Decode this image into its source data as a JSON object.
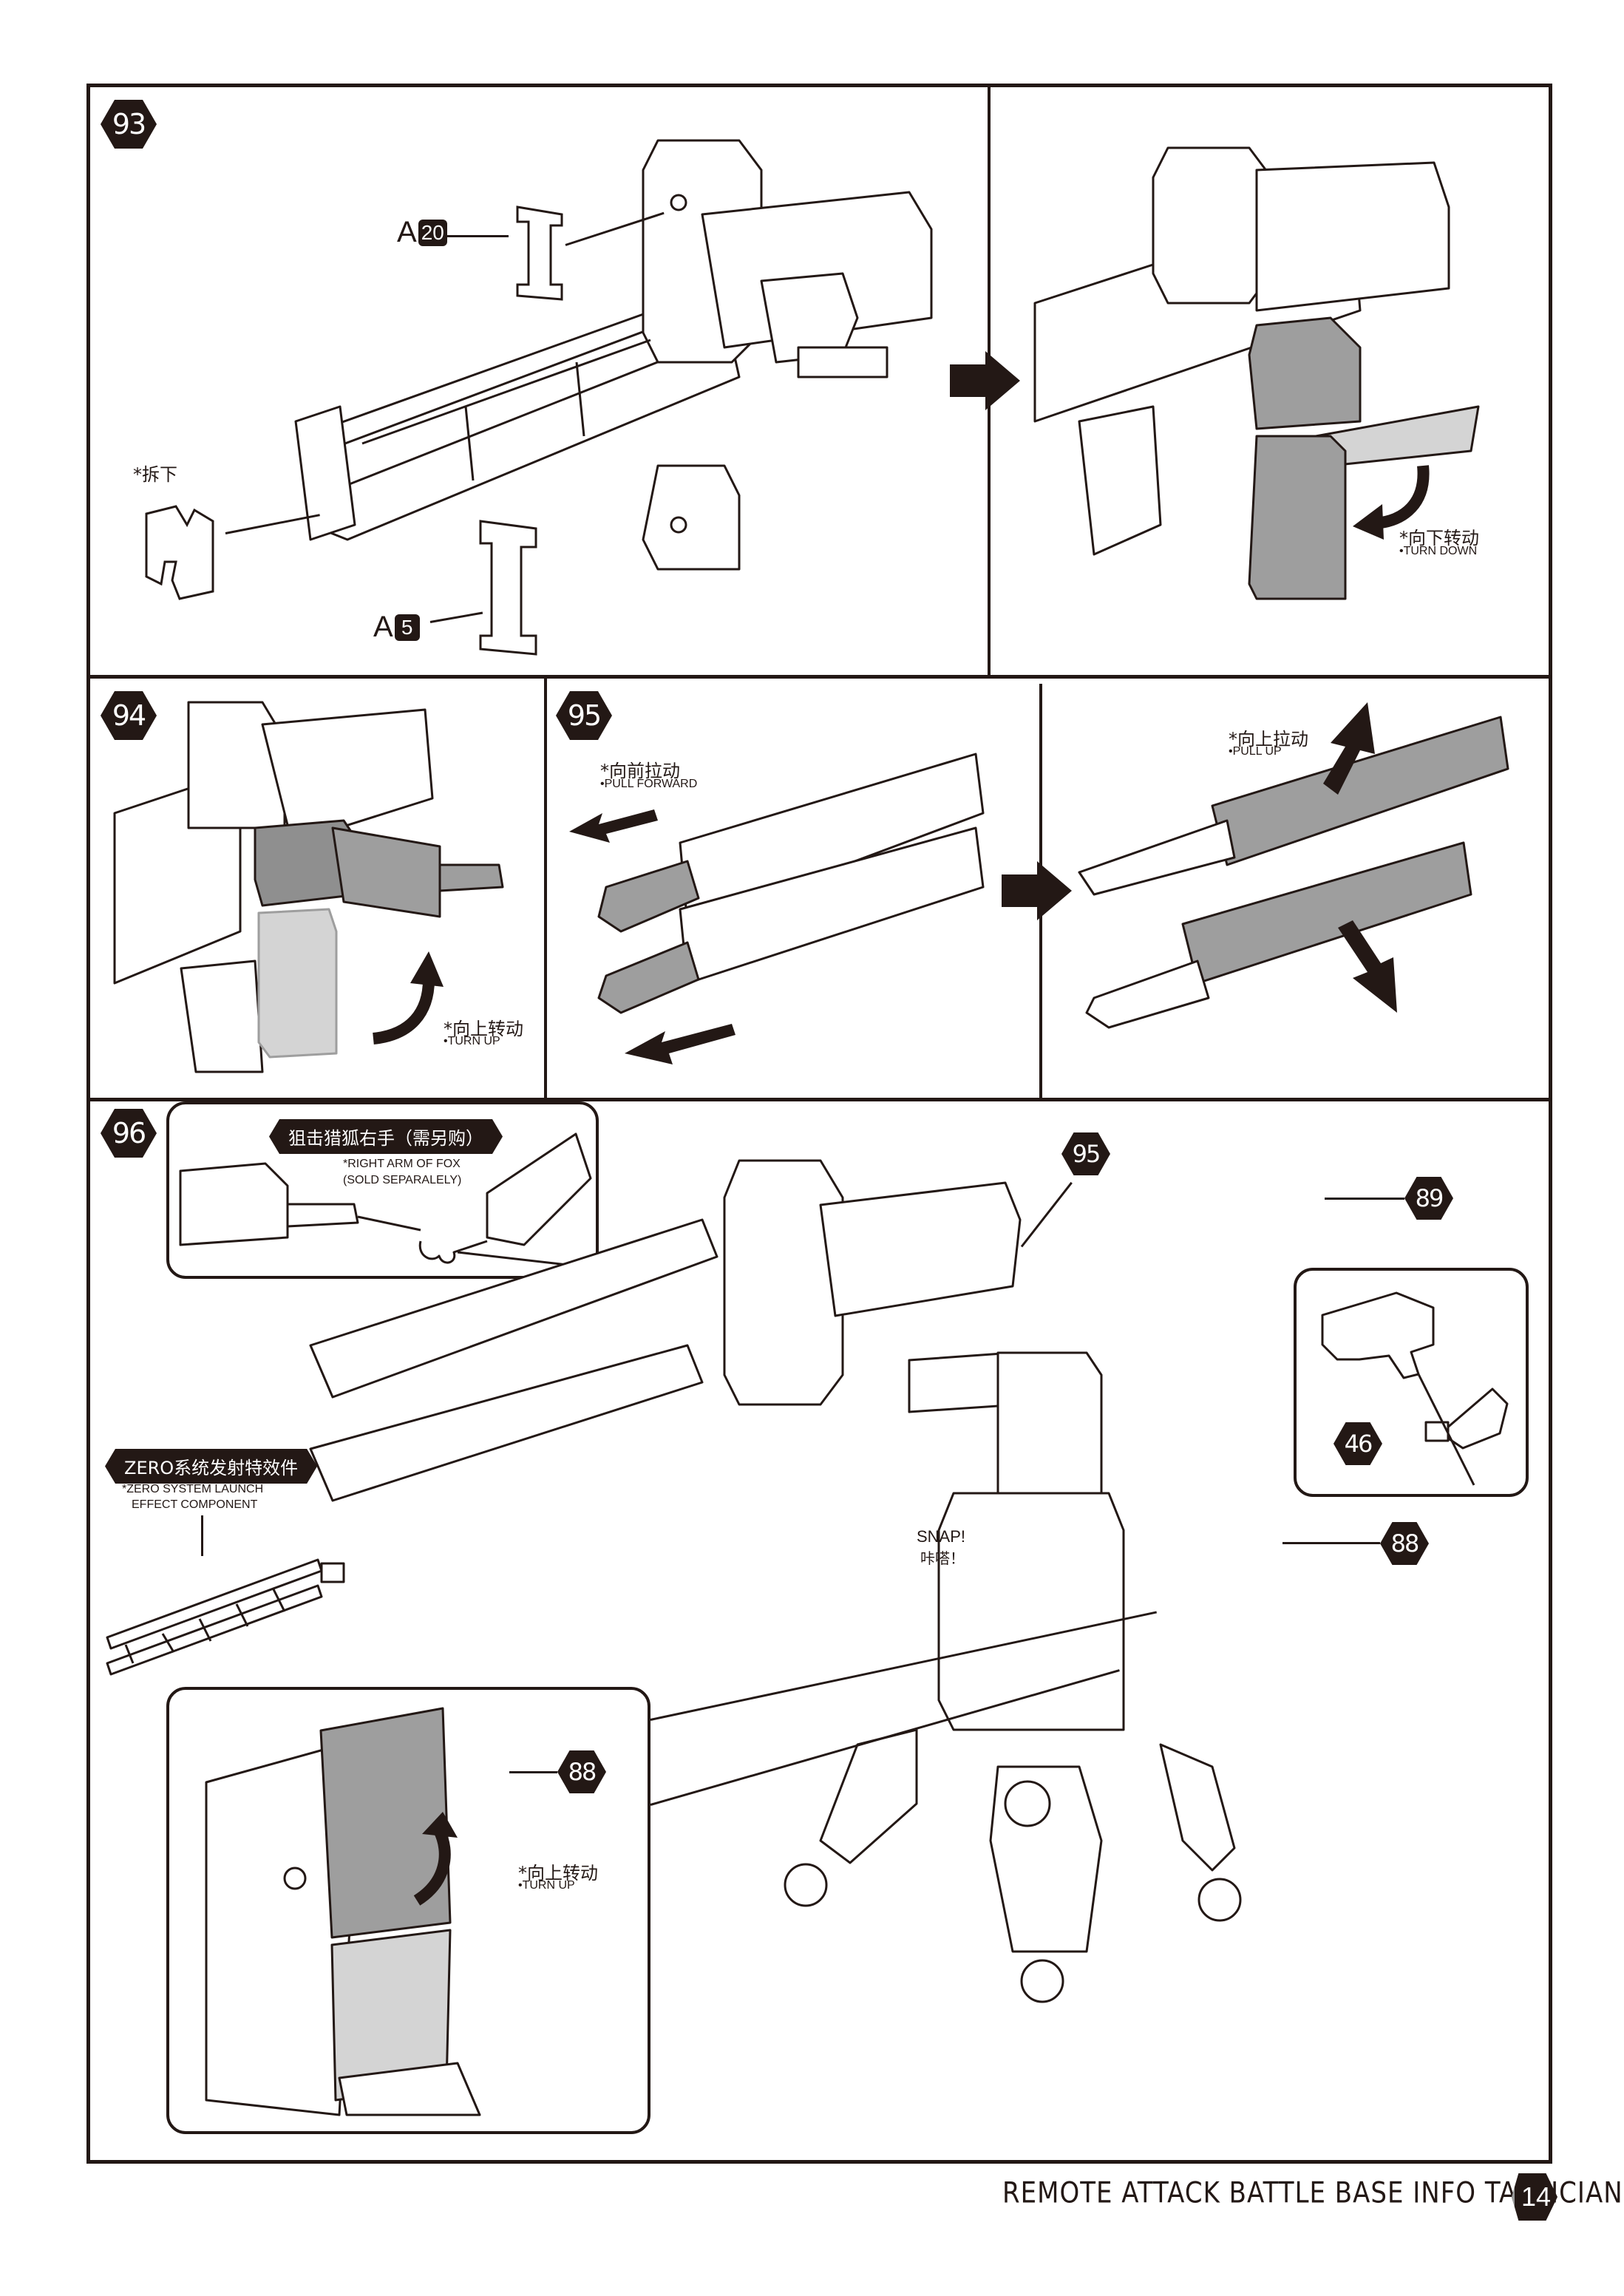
{
  "page": {
    "footer_title": "REMOTE ATTACK BATTLE BASE INFO TACTICIAN",
    "page_number": "14"
  },
  "colors": {
    "ink": "#231815",
    "part_gray": "#9e9e9e",
    "part_light_gray": "#d4d4d4",
    "background": "#ffffff"
  },
  "steps": [
    {
      "number": "93",
      "parts": [
        {
          "letter": "A",
          "number": "20"
        },
        {
          "letter": "A",
          "number": "5"
        }
      ],
      "notes": [
        {
          "cn": "*拆下"
        },
        {
          "cn": "*向下转动",
          "en": "•TURN DOWN"
        }
      ]
    },
    {
      "number": "94",
      "notes": [
        {
          "cn": "*向上转动",
          "en": "•TURN UP"
        }
      ]
    },
    {
      "number": "95",
      "notes": [
        {
          "cn": "*向前拉动",
          "en": "•PULL FORWARD"
        },
        {
          "cn": "*向上拉动",
          "en": "•PULL UP"
        }
      ]
    },
    {
      "number": "96",
      "inset_right_arm": {
        "banner_cn": "狙击猎狐右手（需另购）",
        "en_line1": "*RIGHT ARM OF FOX",
        "en_line2": "(SOLD SEPARALELY)"
      },
      "effect_component": {
        "banner_cn": "ZERO系统发射特效件",
        "en_line1": "*ZERO SYSTEM LAUNCH",
        "en_line2": "EFFECT COMPONENT"
      },
      "snap": {
        "en": "SNAP!",
        "cn": "咔嗒！"
      },
      "callouts": [
        "95",
        "89",
        "46",
        "88",
        "88"
      ],
      "inset_turn_up": {
        "cn": "*向上转动",
        "en": "•TURN UP"
      }
    }
  ],
  "icons": {
    "step_arrow": "right-arrow-icon",
    "rotate_arrow": "curved-arrow-icon",
    "pull_arrow": "straight-arrow-icon"
  }
}
